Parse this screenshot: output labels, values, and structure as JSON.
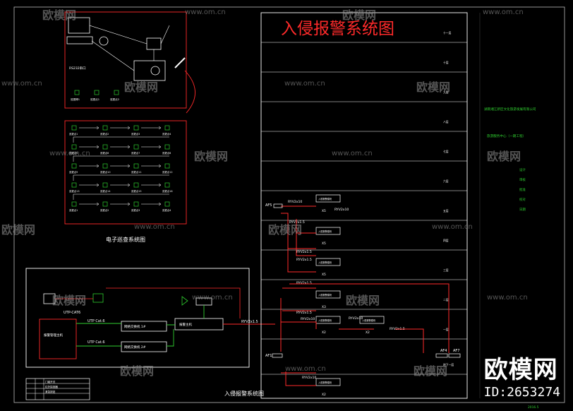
{
  "diagram": {
    "title_main": "入侵报警系统图",
    "caption_top_left": "电子巡查系统图",
    "caption_bottom_left": "入侵报警系统图",
    "top_left": {
      "rs_label": "RS232串口",
      "row1": [
        "巡更棒1",
        "巡更点1",
        "巡更点2"
      ],
      "rows": [
        [
          "巡更点1",
          "巡更点2",
          "巡更点3",
          "巡更点4"
        ],
        [
          "巡更点5",
          "巡更点6",
          "巡更点7",
          "巡更点8"
        ],
        [
          "巡更点9",
          "巡更点10",
          "巡更点11",
          "巡更点12"
        ],
        [
          "巡更点13",
          "巡更点14",
          "巡更点15",
          "巡更点16"
        ],
        [
          "巡更点1",
          "巡更点2",
          "巡更点3",
          "巡更点4"
        ]
      ]
    },
    "bottom_left": {
      "cable_1": "UTP-CAT6",
      "cable_2": "UTP Cat.6",
      "cable_3": "UTP Cat.6",
      "box_main": "报警管理主机",
      "box_mid_1": "网络交换机 1#",
      "box_mid_2": "网络交换机 2#",
      "box_right": "报警主机",
      "legend_rows": [
        "门磁开关",
        "红外探测器",
        "紧急按钮"
      ]
    },
    "riser": {
      "cables": [
        "RYV2x10",
        "RYV2x10",
        "RYV2x1.5",
        "RYV2x1.5",
        "RYV2x1.5",
        "RYV2x1.5",
        "RYV2x1.5",
        "RYV2x10",
        "RYV2x10",
        "RYV2x1.5",
        "RYV2x10"
      ],
      "link_label": "RYV2x1.5",
      "af_labels": [
        "AF5",
        "AF1",
        "AF4",
        "AF7"
      ],
      "x_labels": [
        "X5",
        "X5",
        "X5",
        "X3",
        "X2",
        "X2",
        "X2"
      ],
      "module_label": "入侵报警模块",
      "floors": [
        "十一层",
        "十层",
        "九层",
        "八层",
        "七层",
        "六层",
        "五层",
        "四层",
        "三层",
        "二层",
        "一层",
        "地下一层"
      ]
    },
    "right_panel": {
      "company": "湖南湘江新区文化旅游发展有限公司",
      "project": "旅游服务中心（一期工程）",
      "fields": [
        "设计",
        "审核",
        "批准",
        "校对",
        "日期"
      ],
      "date": "2016.5"
    }
  },
  "watermarks": {
    "url": "www.om.cn",
    "logo": "欧模网"
  },
  "brand": {
    "name": "欧模网",
    "id": "ID:2653274"
  },
  "colors": {
    "background": "#000000",
    "outline": "#ffffff",
    "wire_red": "#ff2a2a",
    "wire_green": "#2fcf2f",
    "title_red": "#ff2a2a"
  }
}
